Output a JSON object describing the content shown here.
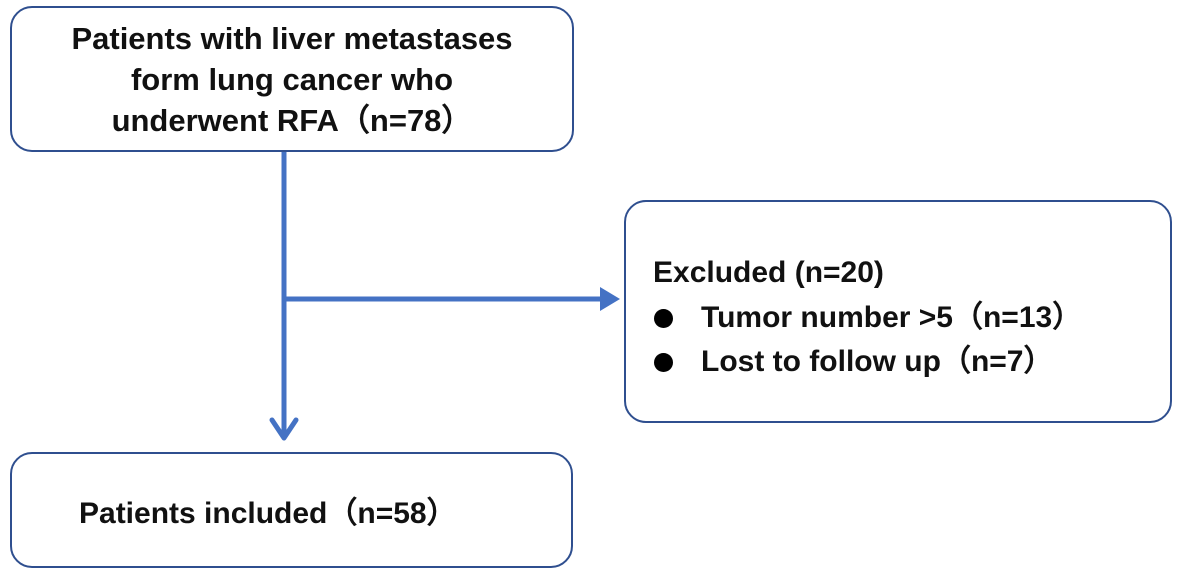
{
  "boxes": {
    "top": {
      "line1": "Patients with liver metastases",
      "line2": "form lung cancer who",
      "line3": "underwent RFA（n=78）"
    },
    "right": {
      "heading": "Excluded (n=20)",
      "items": [
        {
          "label": "Tumor number >5（n=13）"
        },
        {
          "label": "Lost to follow up（n=7）"
        }
      ]
    },
    "bottom": {
      "label": "Patients included（n=58）"
    }
  },
  "colors": {
    "arrow": "#4472c4",
    "border": "#2f4f8f"
  }
}
